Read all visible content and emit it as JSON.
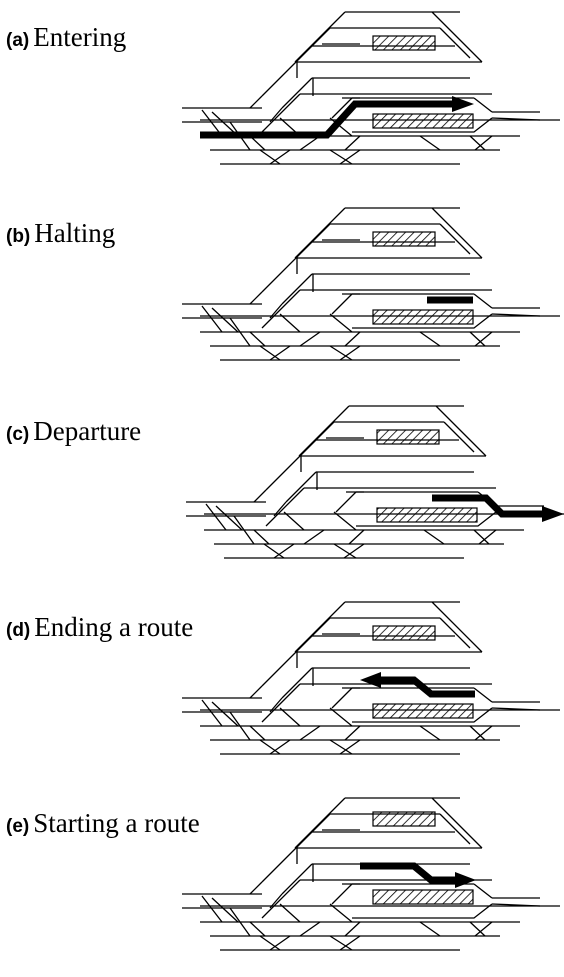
{
  "colors": {
    "line": "#000000",
    "platform": "#000000",
    "background": "#ffffff"
  },
  "panels": [
    {
      "letter": "(a)",
      "title": "Entering",
      "arrow": "entering"
    },
    {
      "letter": "(b)",
      "title": "Halting",
      "arrow": "halting"
    },
    {
      "letter": "(c)",
      "title": "Departure",
      "arrow": "departure"
    },
    {
      "letter": "(d)",
      "title": "Ending a route",
      "arrow": "ending"
    },
    {
      "letter": "(e)",
      "title": "Starting a route",
      "arrow": "starting"
    }
  ]
}
